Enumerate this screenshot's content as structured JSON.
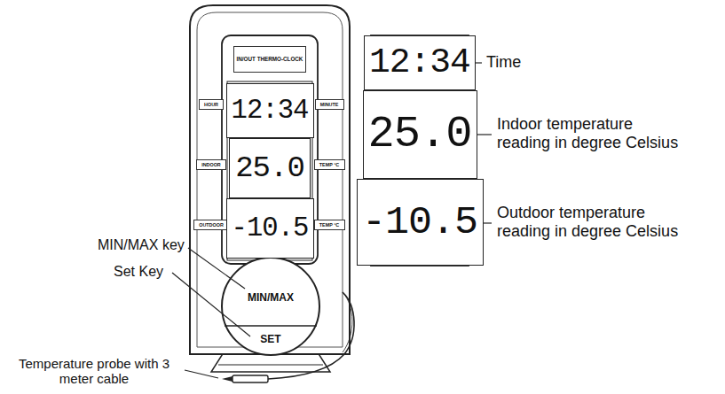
{
  "diagram": {
    "nodes": [
      {
        "text": [
          "IN/OUT THERMO-CLOCK"
        ]
      },
      {
        "text": [
          "HOUR"
        ]
      },
      {
        "text": [
          "12:34"
        ]
      },
      {
        "text": [
          "MINUTE"
        ]
      },
      {
        "text": [
          "INDOOR"
        ]
      },
      {
        "text": [
          "25.0"
        ]
      },
      {
        "text": [
          "TEMP °C"
        ]
      },
      {
        "text": [
          "OUTDOOR"
        ]
      },
      {
        "text": [
          "-10.5"
        ]
      },
      {
        "text": [
          "TEMP °C"
        ]
      },
      {
        "text": [
          "MIN/MAX"
        ]
      },
      {
        "text": [
          "SET"
        ]
      },
      {
        "text": [
          "12:34"
        ]
      },
      {
        "text": [
          "25.0"
        ]
      },
      {
        "text": [
          "-10.5"
        ]
      }
    ],
    "labels": [
      "MIN/MAX key",
      "Set Key",
      "Temperature probe with 3 meter cable",
      "Time",
      "Indoor temperature reading in degree Celsius",
      "Outdoor temperature reading in degree Celsius"
    ]
  }
}
